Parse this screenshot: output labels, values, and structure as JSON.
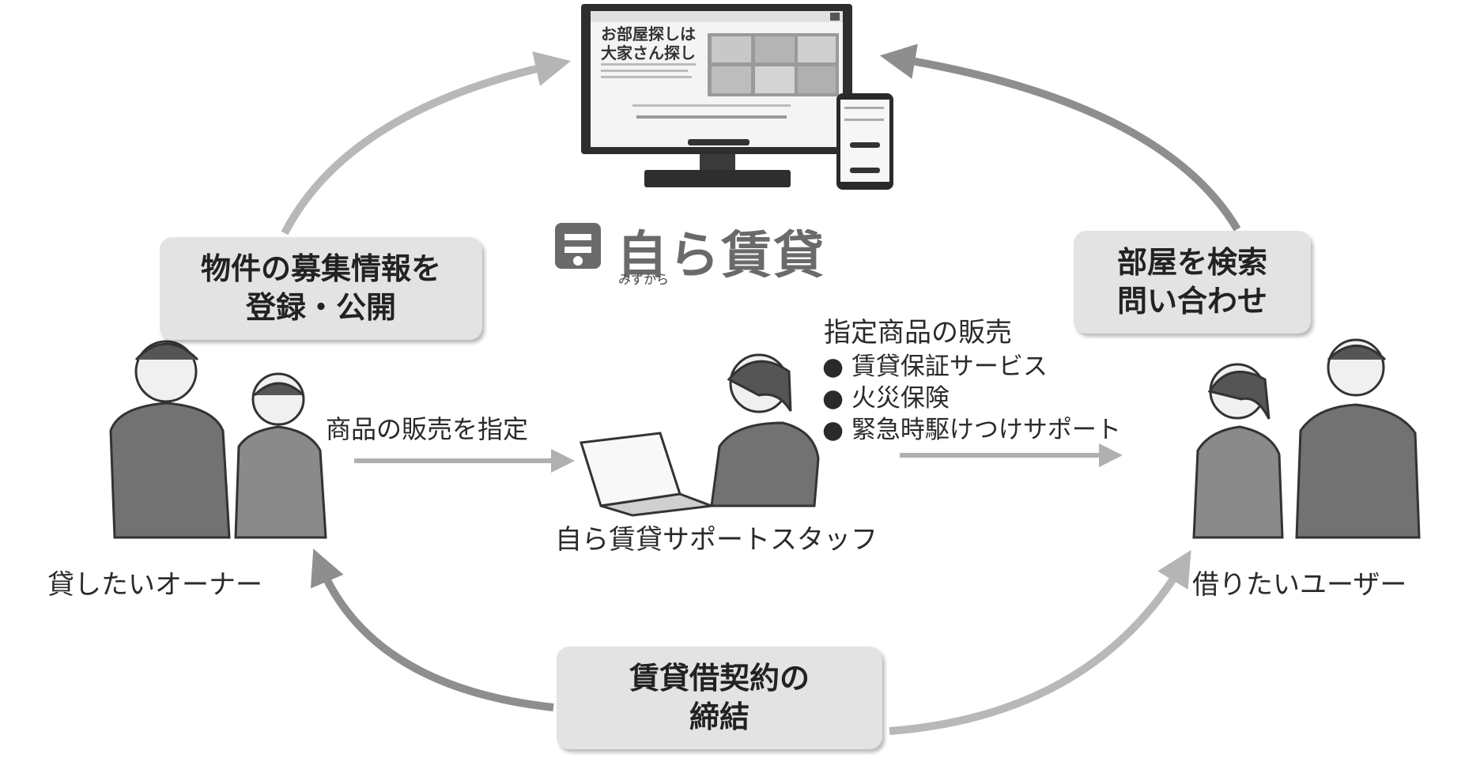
{
  "brand": {
    "name": "自ら賃貸",
    "sub": "みずから"
  },
  "monitor": {
    "headline_1": "お部屋探しは",
    "headline_2": "大家さん探し"
  },
  "boxes": {
    "register": [
      "物件の募集情報を",
      "登録・公開"
    ],
    "search": [
      "部屋を検索",
      "問い合わせ"
    ],
    "contract": [
      "賃貸借契約の",
      "締結"
    ]
  },
  "labels": {
    "owner": "貸したいオーナー",
    "user": "借りたいユーザー",
    "staff": "自ら賃貸サポートスタッフ",
    "designate": "商品の販売を指定",
    "products_title": "指定商品の販売",
    "products": [
      "● 賃貸保証サービス",
      "● 火災保険",
      "● 緊急時駆けつけサポート"
    ]
  },
  "colors": {
    "arrow_light": "#b8b8b8",
    "arrow_dark": "#8e8e8e",
    "figure": "#707070"
  }
}
